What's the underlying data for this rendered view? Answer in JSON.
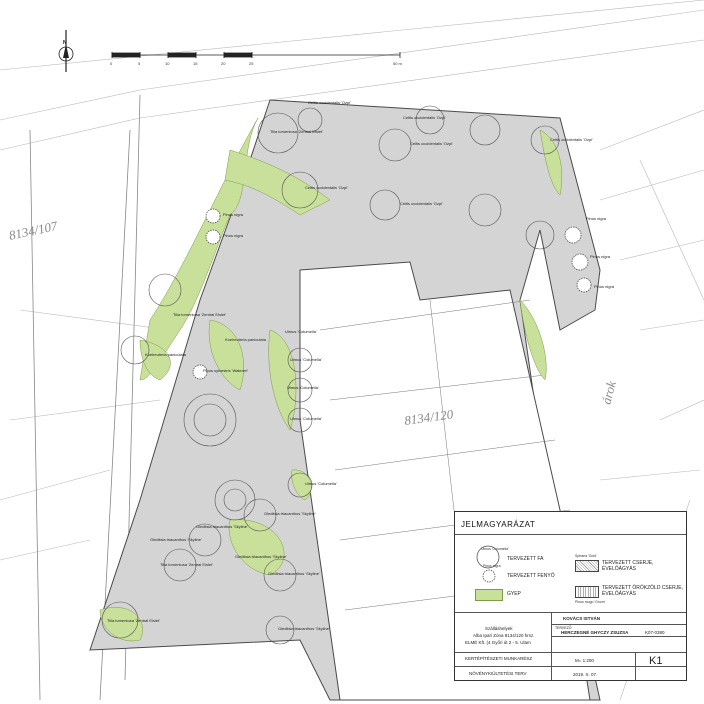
{
  "parcels": {
    "left": "8134/107",
    "center": "8134/120",
    "ditch": "árok"
  },
  "north_label": "N",
  "scale_bar": {
    "ticks": [
      "0",
      "5",
      "10",
      "15",
      "20",
      "25",
      "50 m"
    ]
  },
  "plant_labels": {
    "tilia_1": "Tilia tomentosa 'Zentral Eislet'",
    "celtis_1": "Celtis occidentalis 'Ozpi'",
    "celtis_2": "Celtis occidentalis 'Ozpi'",
    "celtis_3": "Celtis occidentalis 'Ozpi'",
    "celtis_4": "Celtis occidentalis 'Ozpi'",
    "celtis_5": "Celtis occidentalis 'Ozpi'",
    "celtis_6": "Celtis occidentalis 'Ozpi'",
    "pinus_1": "Pinus nigra",
    "pinus_2": "Pinus nigra",
    "pinus_3": "Pinus nigra",
    "pinus_4": "Pinus nigra",
    "pinus_5": "Pinus nigra",
    "tilia_2": "Tilia tomentosa 'Zentral Eislet'",
    "koelreuteria_1": "Koelreuteria paniculata",
    "koelreuteria_2": "Koelreuteria paniculata",
    "ulmus_1": "Ulmus 'Columella'",
    "ulmus_2": "Ulmus 'Columella'",
    "ulmus_3": "Ulmus 'Columella'",
    "ulmus_4": "Ulmus 'Columella'",
    "ulmus_5": "Ulmus 'Columella'",
    "gleditsia_1": "Gleditsia triacanthos 'Skyline'",
    "gleditsia_2": "Gleditsia triacanthos 'Skyline'",
    "gleditsia_3": "Gleditsia triacanthos 'Skyline'",
    "gleditsia_4": "Gleditsia triacanthos 'Skyline'",
    "gleditsia_5": "Gleditsia triacanthos 'Skyline'",
    "tilia_3": "Tilia tomentosa 'Zentral Eislet'",
    "tilia_4": "Tilia tomentosa 'Zentral Eislet'",
    "gleditsia_6": "Gleditsia triacanthos 'Skyline'",
    "pinus_6": "Pinus sylvestris 'Watereri'"
  },
  "legend": {
    "title": "JELMAGYARÁZAT",
    "tree_sample": "Ulmus 'Columella'",
    "tree": "TERVEZETT FA",
    "pine_sample": "Pinus nigra",
    "pine": "TERVEZETT FENYŐ",
    "lawn": "GYEP",
    "shrub_sample": "Spiraea 'Gold'",
    "shrub": "TERVEZETT CSERJE, ÉVELŐÁGYÁS",
    "evergreen": "TERVEZETT ÖRÖKZÖLD CSERJE, ÉVELŐÁGYÁS",
    "evergreen_sample": "Pinus mugo 'Gnom'"
  },
  "title_block": {
    "designer": "KOVÁCS ISTVÁN",
    "designer_role": "TERVEZŐ",
    "planner": "HERCZEGNÉ GHYCZY ZSUZSA",
    "planner_id": "K07-0380",
    "project_line1": "Szálláshelyek",
    "project_line2": "Alba Ipari Zóna 8134/120 hrsz.",
    "project_line3": "ELMÉ Kft. (4 Győri út 2 - 5. Ulam",
    "discipline": "KERTÉPÍTÉSZETI MUNKARÉSZ",
    "drawing_title": "NÖVÉNYKIÜLTETÉSI TERV",
    "scale": "M= 1:200",
    "date": "2019. X. 07.",
    "sheet": "K1"
  },
  "colors": {
    "lawn": "#c9e09a",
    "paving": "#d4d4d4",
    "building": "#ffffff",
    "lines": "#4a4a4a"
  }
}
